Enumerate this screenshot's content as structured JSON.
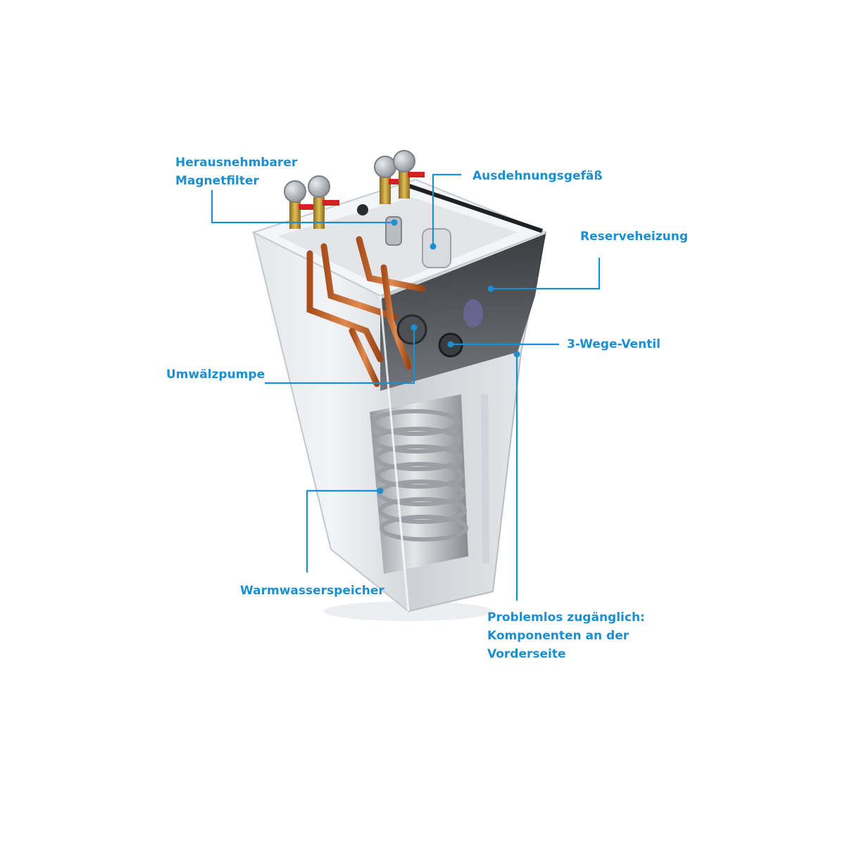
{
  "diagram": {
    "accent_color": "#1b8fcf",
    "labels": {
      "magnetfilter": [
        "Herausnehmbarer",
        "Magnetfilter"
      ],
      "ausdehnungsgefaess": [
        "Ausdehnungsgefäß"
      ],
      "reserveheizung": [
        "Reserveheizung"
      ],
      "wegeventil": [
        "3-Wege-Ventil"
      ],
      "umwaelzpumpe": [
        "Umwälzpumpe"
      ],
      "warmwasserspeicher": [
        "Warmwasserspeicher"
      ],
      "zugaenglich": [
        "Problemlos zugänglich:",
        "Komponenten an der",
        "Vorderseite"
      ]
    }
  }
}
